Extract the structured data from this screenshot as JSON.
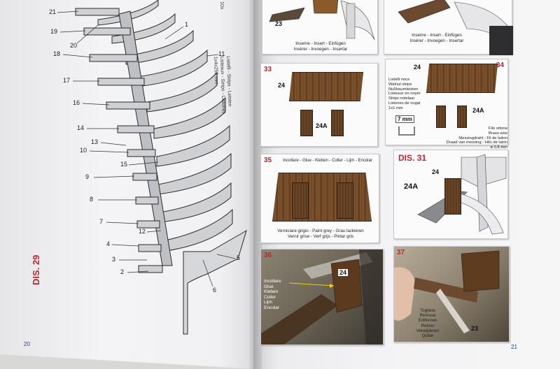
{
  "left_page": {
    "callouts": [
      "21",
      "19",
      "20",
      "18",
      "17",
      "16",
      "14",
      "13",
      "10",
      "15",
      "9",
      "8",
      "7",
      "12",
      "4",
      "3",
      "2",
      "1",
      "11",
      "5",
      "6"
    ],
    "section_label": "DIS. 29",
    "strips_label_line1": "Listelli - Strips - Leisten",
    "strips_label_line2": "Listeaux - Strips - Listones",
    "strips_label_line3": "1x4x250 mm",
    "strips_label_top": "10x",
    "page_number": "20"
  },
  "right_page": {
    "page_number": "21",
    "panels": {
      "p_top_left": {
        "part": "23",
        "caption_line1": "Inserire - Insert - Einfügen",
        "caption_line2": "Insérer - Invoegen - Insertar"
      },
      "p_top_right": {
        "caption_line1": "Inserire - Insert - Einfügen",
        "caption_line2": "Insérer - Invoegen - Insertar"
      },
      "p33": {
        "number": "33",
        "part_a": "24",
        "part_b": "24A"
      },
      "p34": {
        "number": "34",
        "part_a": "24",
        "part_b": "24A",
        "strips_lines": [
          "Listelli noce",
          "Walnut strips",
          "Nußbaumleisten",
          "Listeaux en noyer",
          "Strips notelaar",
          "Listones de nogal",
          "1x1 mm"
        ],
        "mm_label": "7 mm",
        "wire_lines": [
          "Filo ottone",
          "Brass wire",
          "Messingdraht - Fil de laiton",
          "Draad van messing - Hilo de latón",
          "ø 0,8 mm"
        ]
      },
      "p35": {
        "number": "35",
        "caption_top": "Incollare - Glue - Kleben - Coller - Lijm - Encolar",
        "caption_bottom_line1": "Verniciare grigio - Paint grey - Grau lackieren",
        "caption_bottom_line2": "Vernir grise - Verf grijs - Pintar gris"
      },
      "p_dis31": {
        "label": "DIS. 31",
        "part_a": "24",
        "part_b": "24A"
      },
      "p36": {
        "number": "36",
        "part": "24",
        "glue_lines": [
          "Incollare",
          "Glue",
          "Kleben",
          "Coller",
          "Lijm",
          "Encolar"
        ]
      },
      "p37": {
        "number": "37",
        "part": "23",
        "remove_lines": [
          "Togliere",
          "Remove",
          "Entfernen",
          "Retirer",
          "Verwijderen",
          "Quitar"
        ]
      }
    }
  }
}
